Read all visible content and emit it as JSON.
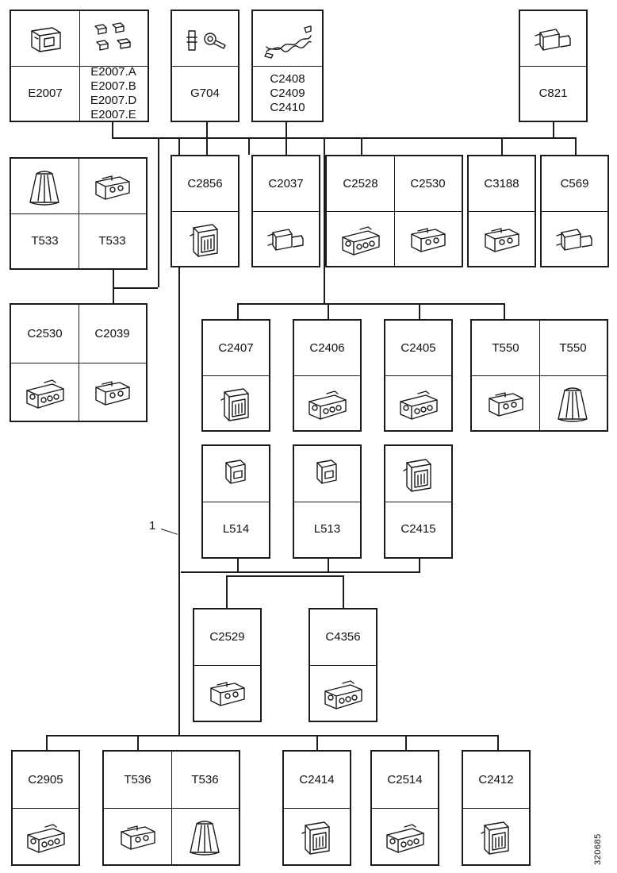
{
  "callout": "1",
  "reference_code": "320685",
  "boxes": [
    {
      "id": "e2007",
      "cells": [
        {
          "icon": "connector-housing"
        },
        {
          "icon": "terminal-set"
        },
        {
          "label": "E2007"
        },
        {
          "lines": [
            "E2007.A",
            "E2007.B",
            "E2007.D",
            "E2007.E"
          ]
        }
      ]
    },
    {
      "id": "g704",
      "cells": [
        {
          "icon": "ground-stud"
        },
        {
          "label": "G704"
        }
      ]
    },
    {
      "id": "c2408",
      "cells": [
        {
          "icon": "twisted-wire"
        },
        {
          "lines": [
            "C2408",
            "C2409",
            "C2410"
          ]
        }
      ]
    },
    {
      "id": "c821",
      "cells": [
        {
          "icon": "connector-plug"
        },
        {
          "label": "C821"
        }
      ]
    },
    {
      "id": "t533",
      "cells": [
        {
          "icon": "boot"
        },
        {
          "icon": "connector-block"
        },
        {
          "label": "T533"
        },
        {
          "label": "T533"
        }
      ]
    },
    {
      "id": "c2856",
      "cells": [
        {
          "label": "C2856"
        },
        {
          "icon": "connector-latch"
        }
      ]
    },
    {
      "id": "c2037",
      "cells": [
        {
          "label": "C2037"
        },
        {
          "icon": "connector-plug"
        }
      ]
    },
    {
      "id": "c2528",
      "cells": [
        {
          "label": "C2528"
        },
        {
          "label": "C2530"
        },
        {
          "icon": "connector-multi"
        },
        {
          "icon": "connector-block"
        }
      ]
    },
    {
      "id": "c3188",
      "cells": [
        {
          "label": "C3188"
        },
        {
          "icon": "connector-block"
        }
      ]
    },
    {
      "id": "c569",
      "cells": [
        {
          "label": "C569"
        },
        {
          "icon": "connector-plug"
        }
      ]
    },
    {
      "id": "c2530b",
      "cells": [
        {
          "label": "C2530"
        },
        {
          "label": "C2039"
        },
        {
          "icon": "connector-multi"
        },
        {
          "icon": "connector-block"
        }
      ]
    },
    {
      "id": "c2407",
      "cells": [
        {
          "label": "C2407"
        },
        {
          "icon": "connector-latch"
        }
      ]
    },
    {
      "id": "c2406",
      "cells": [
        {
          "label": "C2406"
        },
        {
          "icon": "connector-multi"
        }
      ]
    },
    {
      "id": "c2405",
      "cells": [
        {
          "label": "C2405"
        },
        {
          "icon": "connector-multi"
        }
      ]
    },
    {
      "id": "t550",
      "cells": [
        {
          "label": "T550"
        },
        {
          "label": "T550"
        },
        {
          "icon": "connector-block"
        },
        {
          "icon": "boot"
        }
      ]
    },
    {
      "id": "l514",
      "cells": [
        {
          "icon": "connector-small"
        },
        {
          "label": "L514"
        }
      ]
    },
    {
      "id": "l513",
      "cells": [
        {
          "icon": "connector-small"
        },
        {
          "label": "L513"
        }
      ]
    },
    {
      "id": "c2415",
      "cells": [
        {
          "icon": "connector-latch"
        },
        {
          "label": "C2415"
        }
      ]
    },
    {
      "id": "c2529",
      "cells": [
        {
          "label": "C2529"
        },
        {
          "icon": "connector-block"
        }
      ]
    },
    {
      "id": "c4356",
      "cells": [
        {
          "label": "C4356"
        },
        {
          "icon": "connector-multi"
        }
      ]
    },
    {
      "id": "c2905",
      "cells": [
        {
          "label": "C2905"
        },
        {
          "icon": "connector-multi"
        }
      ]
    },
    {
      "id": "t536",
      "cells": [
        {
          "label": "T536"
        },
        {
          "label": "T536"
        },
        {
          "icon": "connector-block"
        },
        {
          "icon": "boot"
        }
      ]
    },
    {
      "id": "c2414",
      "cells": [
        {
          "label": "C2414"
        },
        {
          "icon": "connector-latch"
        }
      ]
    },
    {
      "id": "c2514",
      "cells": [
        {
          "label": "C2514"
        },
        {
          "icon": "connector-multi"
        }
      ]
    },
    {
      "id": "c2412",
      "cells": [
        {
          "label": "C2412"
        },
        {
          "icon": "connector-latch"
        }
      ]
    }
  ]
}
